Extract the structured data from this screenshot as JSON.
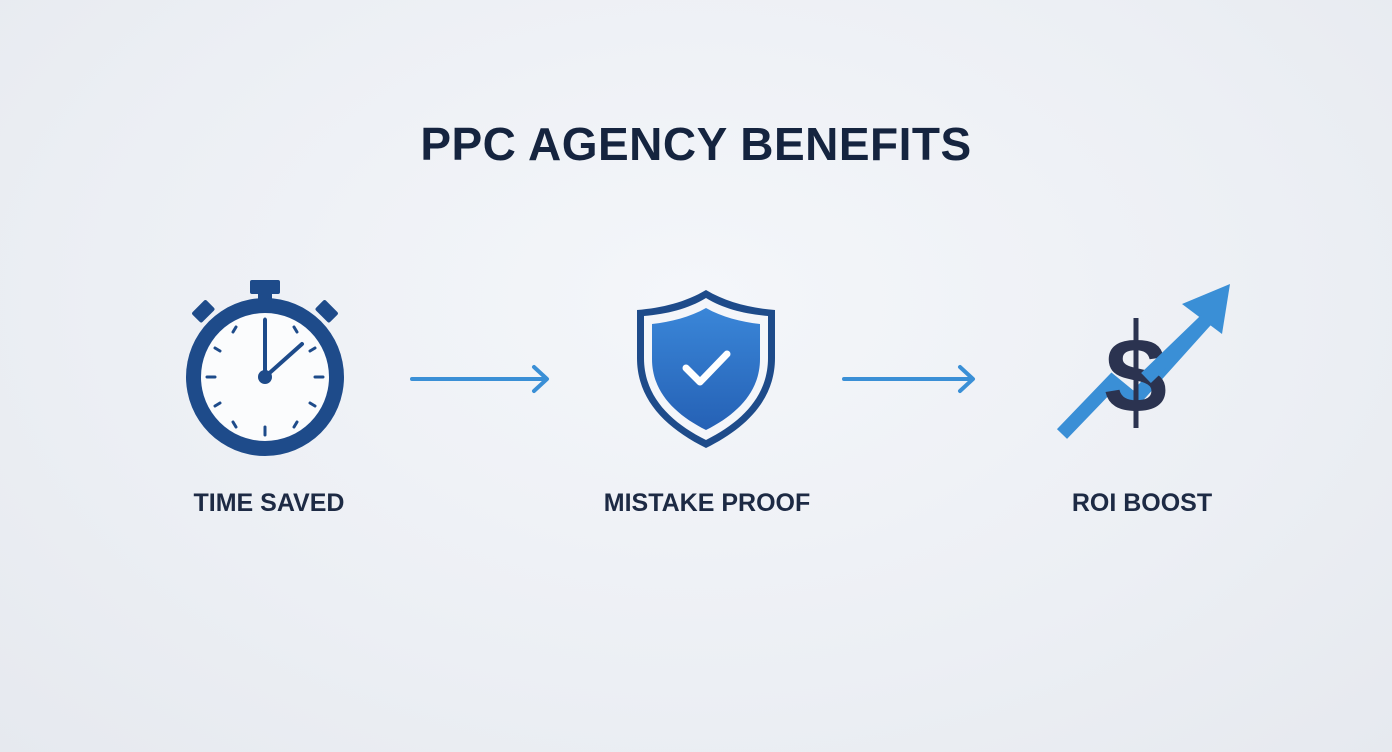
{
  "diagram": {
    "title": "PPC AGENCY BENEFITS",
    "steps": [
      {
        "label": "TIME SAVED",
        "icon": "stopwatch-icon"
      },
      {
        "label": "MISTAKE PROOF",
        "icon": "shield-check-icon"
      },
      {
        "label": "ROI BOOST",
        "icon": "dollar-growth-arrow-icon"
      }
    ],
    "connectors": [
      "arrow-right-icon",
      "arrow-right-icon"
    ],
    "colors": {
      "navy": "#1e4b8a",
      "dark_text": "#15243f",
      "bright_blue": "#3a8fd6",
      "shield_fill": "#2f6fc4",
      "background": "#eceff4"
    }
  }
}
